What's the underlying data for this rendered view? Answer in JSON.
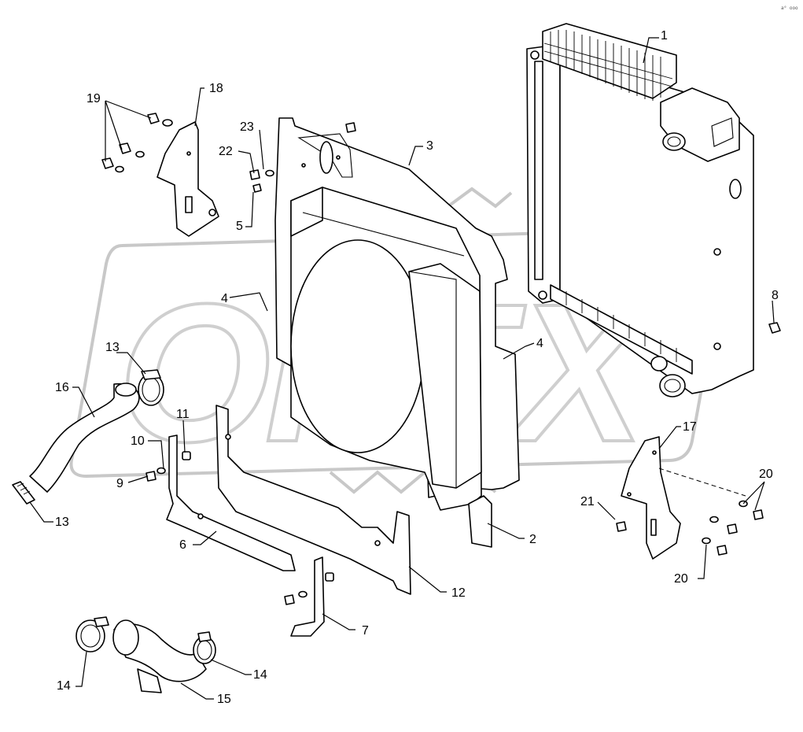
{
  "diagram": {
    "corner_mark": "a⁰ ooo",
    "watermark": "OPEX",
    "radiator_plate_lines": [
      "",
      "",
      ""
    ],
    "callouts": [
      {
        "id": "c1",
        "label": "1"
      },
      {
        "id": "c2",
        "label": "2"
      },
      {
        "id": "c3",
        "label": "3"
      },
      {
        "id": "c4a",
        "label": "4"
      },
      {
        "id": "c4b",
        "label": "4"
      },
      {
        "id": "c5",
        "label": "5"
      },
      {
        "id": "c6",
        "label": "6"
      },
      {
        "id": "c7",
        "label": "7"
      },
      {
        "id": "c8",
        "label": "8"
      },
      {
        "id": "c9",
        "label": "9"
      },
      {
        "id": "c10",
        "label": "10"
      },
      {
        "id": "c11",
        "label": "11"
      },
      {
        "id": "c12",
        "label": "12"
      },
      {
        "id": "c13a",
        "label": "13"
      },
      {
        "id": "c13b",
        "label": "13"
      },
      {
        "id": "c14a",
        "label": "14"
      },
      {
        "id": "c14b",
        "label": "14"
      },
      {
        "id": "c15",
        "label": "15"
      },
      {
        "id": "c16",
        "label": "16"
      },
      {
        "id": "c17",
        "label": "17"
      },
      {
        "id": "c18",
        "label": "18"
      },
      {
        "id": "c19",
        "label": "19"
      },
      {
        "id": "c20a",
        "label": "20"
      },
      {
        "id": "c20b",
        "label": "20"
      },
      {
        "id": "c21",
        "label": "21"
      },
      {
        "id": "c22",
        "label": "22"
      },
      {
        "id": "c23",
        "label": "23"
      }
    ]
  }
}
